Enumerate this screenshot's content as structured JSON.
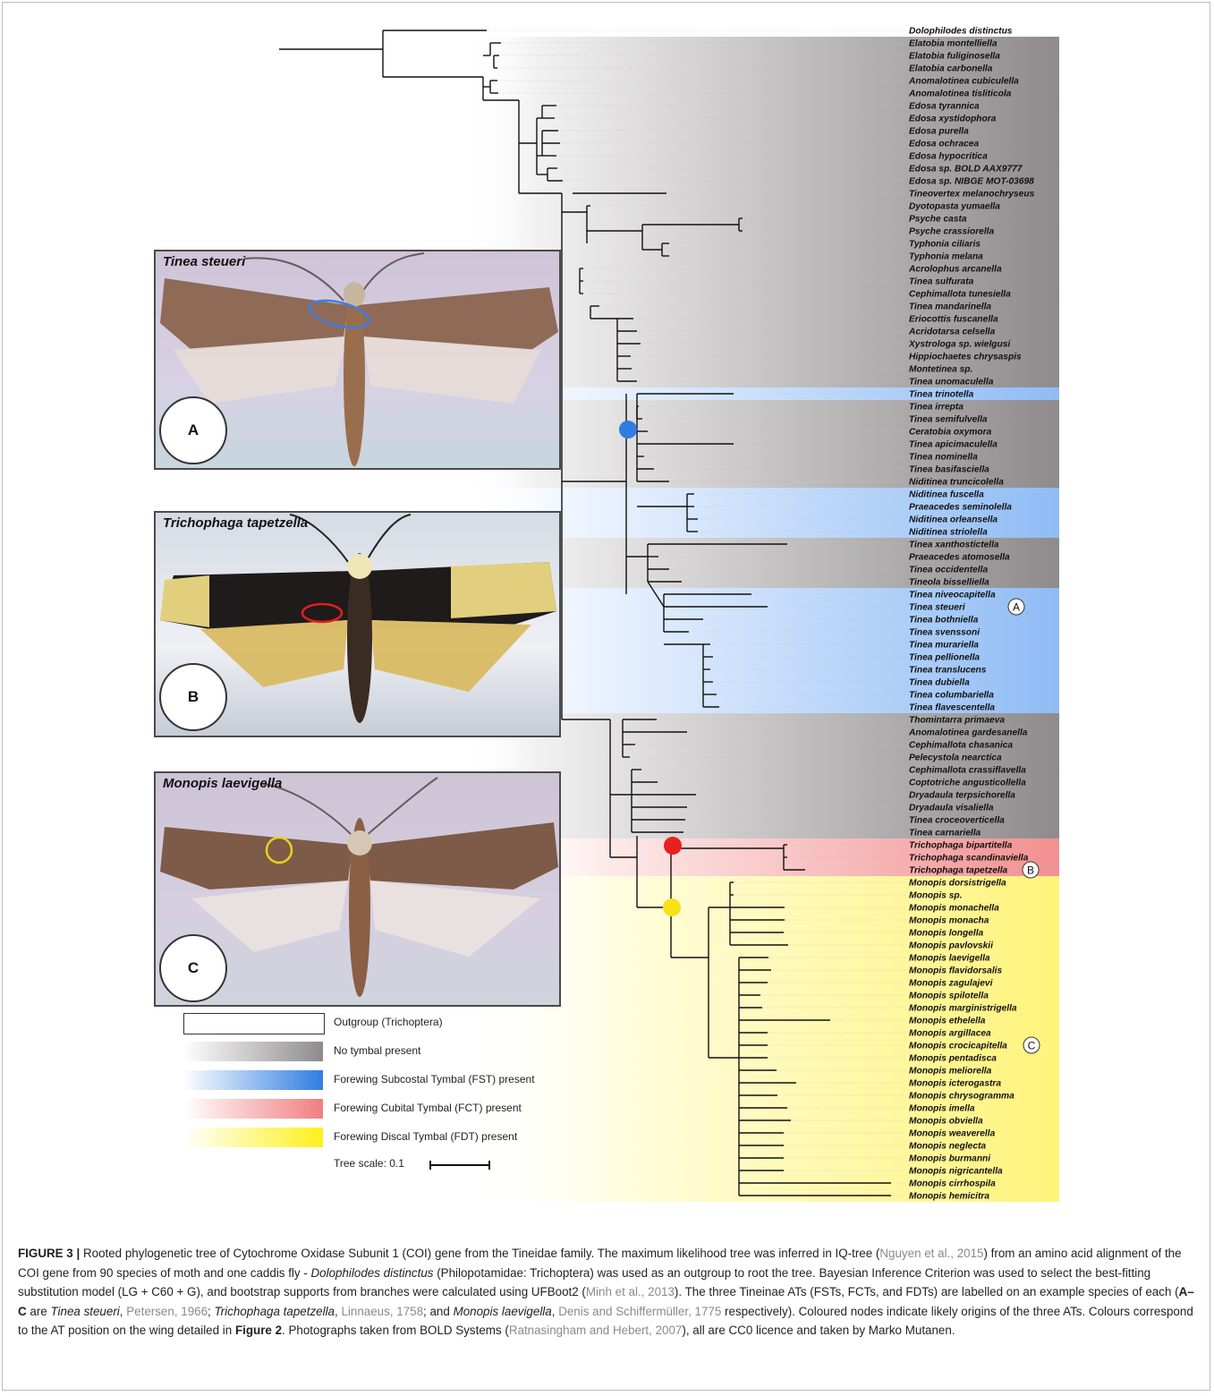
{
  "taxa": [
    "Dolophilodes distinctus",
    "Elatobia montelliella",
    "Elatobia fuliginosella",
    "Elatobia carbonella",
    "Anomalotinea cubiculella",
    "Anomalotinea tisliticola",
    "Edosa tyrannica",
    "Edosa xystidophora",
    "Edosa purella",
    "Edosa ochracea",
    "Edosa hypocritica",
    "Edosa sp. BOLD AAX9777",
    "Edosa sp. NIBGE MOT-03698",
    "Tineovertex melanochryseus",
    "Dyotopasta yumaella",
    "Psyche casta",
    "Psyche crassiorella",
    "Typhonia ciliaris",
    "Typhonia melana",
    "Acrolophus arcanella",
    "Tinea sulfurata",
    "Cephimallota tunesiella",
    "Tinea mandarinella",
    "Eriocottis fuscanella",
    "Acridotarsa celsella",
    "Xystrologa sp. wielgusi",
    "Hippiochaetes chrysaspis",
    "Montetinea sp.",
    "Tinea unomaculella",
    "Tinea trinotella",
    "Tinea irrepta",
    "Tinea semifulvella",
    "Ceratobia oxymora",
    "Tinea apicimaculella",
    "Tinea nominella",
    "Tinea basifasciella",
    "Niditinea truncicolella",
    "Niditinea fuscella",
    "Praeacedes seminolella",
    "Niditinea orleansella",
    "Niditinea striolella",
    "Tinea xanthostictella",
    "Praeacedes atomosella",
    "Tinea occidentella",
    "Tineola bisselliella",
    "Tinea niveocapitella",
    "Tinea steueri",
    "Tinea bothniella",
    "Tinea svenssoni",
    "Tinea murariella",
    "Tinea pellionella",
    "Tinea translucens",
    "Tinea dubiella",
    "Tinea columbariella",
    "Tinea flavescentella",
    "Thomintarra primaeva",
    "Anomalotinea gardesanella",
    "Cephimallota chasanica",
    "Pelecystola nearctica",
    "Cephimallota crassiflavella",
    "Coptotriche angusticollella",
    "Dryadaula terpsichorella",
    "Dryadaula visaliella",
    "Tinea croceoverticella",
    "Tinea carnariella",
    "Trichophaga bipartitella",
    "Trichophaga scandinaviella",
    "Trichophaga tapetzella",
    "Monopis dorsistrigella",
    "Monopis sp.",
    "Monopis monachella",
    "Monopis monacha",
    "Monopis longella",
    "Monopis pavlovskii",
    "Monopis laevigella",
    "Monopis flavidorsalis",
    "Monopis zagulajevi",
    "Monopis spilotella",
    "Monopis marginistrigella",
    "Monopis ethelella",
    "Monopis argillacea",
    "Monopis crocicapitella",
    "Monopis pentadisca",
    "Monopis meliorella",
    "Monopis icterogastra",
    "Monopis chrysogramma",
    "Monopis imella",
    "Monopis obviella",
    "Monopis weaverella",
    "Monopis neglecta",
    "Monopis burmanni",
    "Monopis nigricantella",
    "Monopis cirrhospila",
    "Monopis hemicitra"
  ],
  "clade_markers": [
    {
      "letter": "A",
      "taxon": "Tinea steueri"
    },
    {
      "letter": "B",
      "taxon": "Trichophaga tapetzella"
    },
    {
      "letter": "C",
      "taxon": "Monopis crocicapitella"
    }
  ],
  "node_colors": {
    "fst": "#2f7de1",
    "fct": "#e8211f",
    "fdt": "#f7e21a"
  },
  "panels": [
    {
      "title": "Tinea steueri",
      "letter": "A"
    },
    {
      "title": "Trichophaga tapetzella",
      "letter": "B"
    },
    {
      "title": "Monopis laevigella",
      "letter": "C"
    }
  ],
  "legend": [
    {
      "label": "Outgroup (Trichoptera)",
      "color": "#ffffff"
    },
    {
      "label": "No tymbal present",
      "color": "#9e9a9c"
    },
    {
      "label": "Forewing Subcostal Tymbal (FST) present",
      "color": "#2f7de1"
    },
    {
      "label": "Forewing Cubital Tymbal (FCT) present",
      "color": "#f08a8a"
    },
    {
      "label": "Forewing Discal Tymbal (FDT) present",
      "color": "#ffee2a"
    }
  ],
  "scale_label": "Tree scale: 0.1",
  "caption": {
    "fig_label": "FIGURE 3 |",
    "t1": " Rooted phylogenetic tree of Cytochrome Oxidase Subunit 1 (COI) gene from the Tineidae family. The maximum likelihood tree was inferred in IQ-tree (",
    "r1": "Nguyen et al., 2015",
    "t2": ") from an amino acid alignment of the COI gene from 90 species of moth and one caddis fly - ",
    "i1": "Dolophilodes distinctus",
    "t3": " (Philopotamidae: Trichoptera) was used as an outgroup to root the tree. Bayesian Inference Criterion was used to select the best-fitting substitution model (LG + C60 + G), and bootstrap supports from branches were calculated using UFBoot2 (",
    "r2": "Minh et al., 2013",
    "t4": "). The three Tineinae ATs (FSTs, FCTs, and FDTs) are labelled on an example species of each (",
    "b1": "A–C",
    "t5": " are ",
    "i2": "Tinea steueri",
    "t6": ", ",
    "r3": "Petersen, 1966",
    "t7": "; ",
    "i3": "Trichophaga tapetzella",
    "t8": ", ",
    "r4": "Linnaeus, 1758",
    "t9": "; and ",
    "i4": "Monopis laevigella",
    "t10": ", ",
    "r5": "Denis and Schiffermüller, 1775",
    "t11": " respectively). Coloured nodes indicate likely origins of the three ATs. Colours correspond to the AT position on the wing detailed in ",
    "b2": "Figure 2",
    "t12": ". Photographs taken from BOLD Systems (",
    "r6": "Ratnasingham and Hebert, 2007",
    "t13": "), all are CC0 licence and taken by Marko Mutanen."
  }
}
